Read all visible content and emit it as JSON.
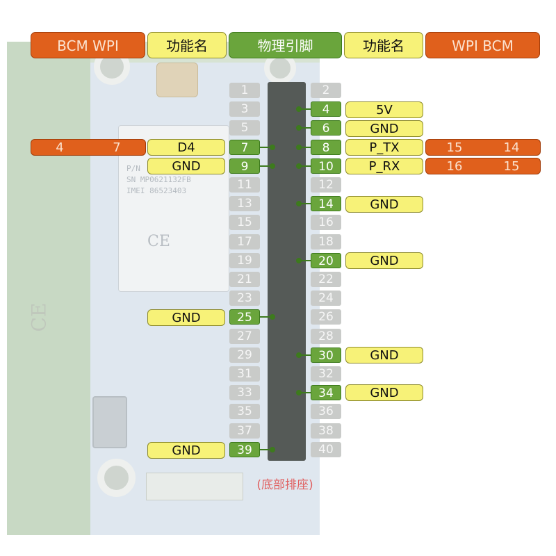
{
  "header": {
    "bcm_wpi_left": "BCM  WPI",
    "func_left": "功能名",
    "physical": "物理引脚",
    "func_right": "功能名",
    "wpi_bcm_right": "WPI  BCM"
  },
  "board": {
    "module_text": "P/N\nSN MP0621132FB\nIMEI 86523403",
    "ce": "CE"
  },
  "pins_left": [
    "1",
    "3",
    "5",
    "7",
    "9",
    "11",
    "13",
    "15",
    "17",
    "19",
    "21",
    "23",
    "25",
    "27",
    "29",
    "31",
    "33",
    "35",
    "37",
    "39"
  ],
  "pins_right": [
    "2",
    "4",
    "6",
    "8",
    "10",
    "12",
    "14",
    "16",
    "18",
    "20",
    "22",
    "24",
    "26",
    "28",
    "30",
    "32",
    "34",
    "36",
    "38",
    "40"
  ],
  "labels": {
    "pin4_func": "5V",
    "pin6_func": "GND",
    "pin7_func": "D4",
    "pin7_bcm": "4",
    "pin7_wpi": "7",
    "pin8_func": "P_TX",
    "pin8_wpi": "15",
    "pin8_bcm": "14",
    "pin9_func": "GND",
    "pin10_func": "P_RX",
    "pin10_wpi": "16",
    "pin10_bcm": "15",
    "pin14_func": "GND",
    "pin20_func": "GND",
    "pin25_func": "GND",
    "pin30_func": "GND",
    "pin34_func": "GND",
    "pin39_func": "GND"
  },
  "bottom_note": "(底部排座)",
  "colors": {
    "orange": "#e0601c",
    "yellow": "#f7f278",
    "green": "#6aa53c",
    "gray": "#c9cbc9"
  }
}
